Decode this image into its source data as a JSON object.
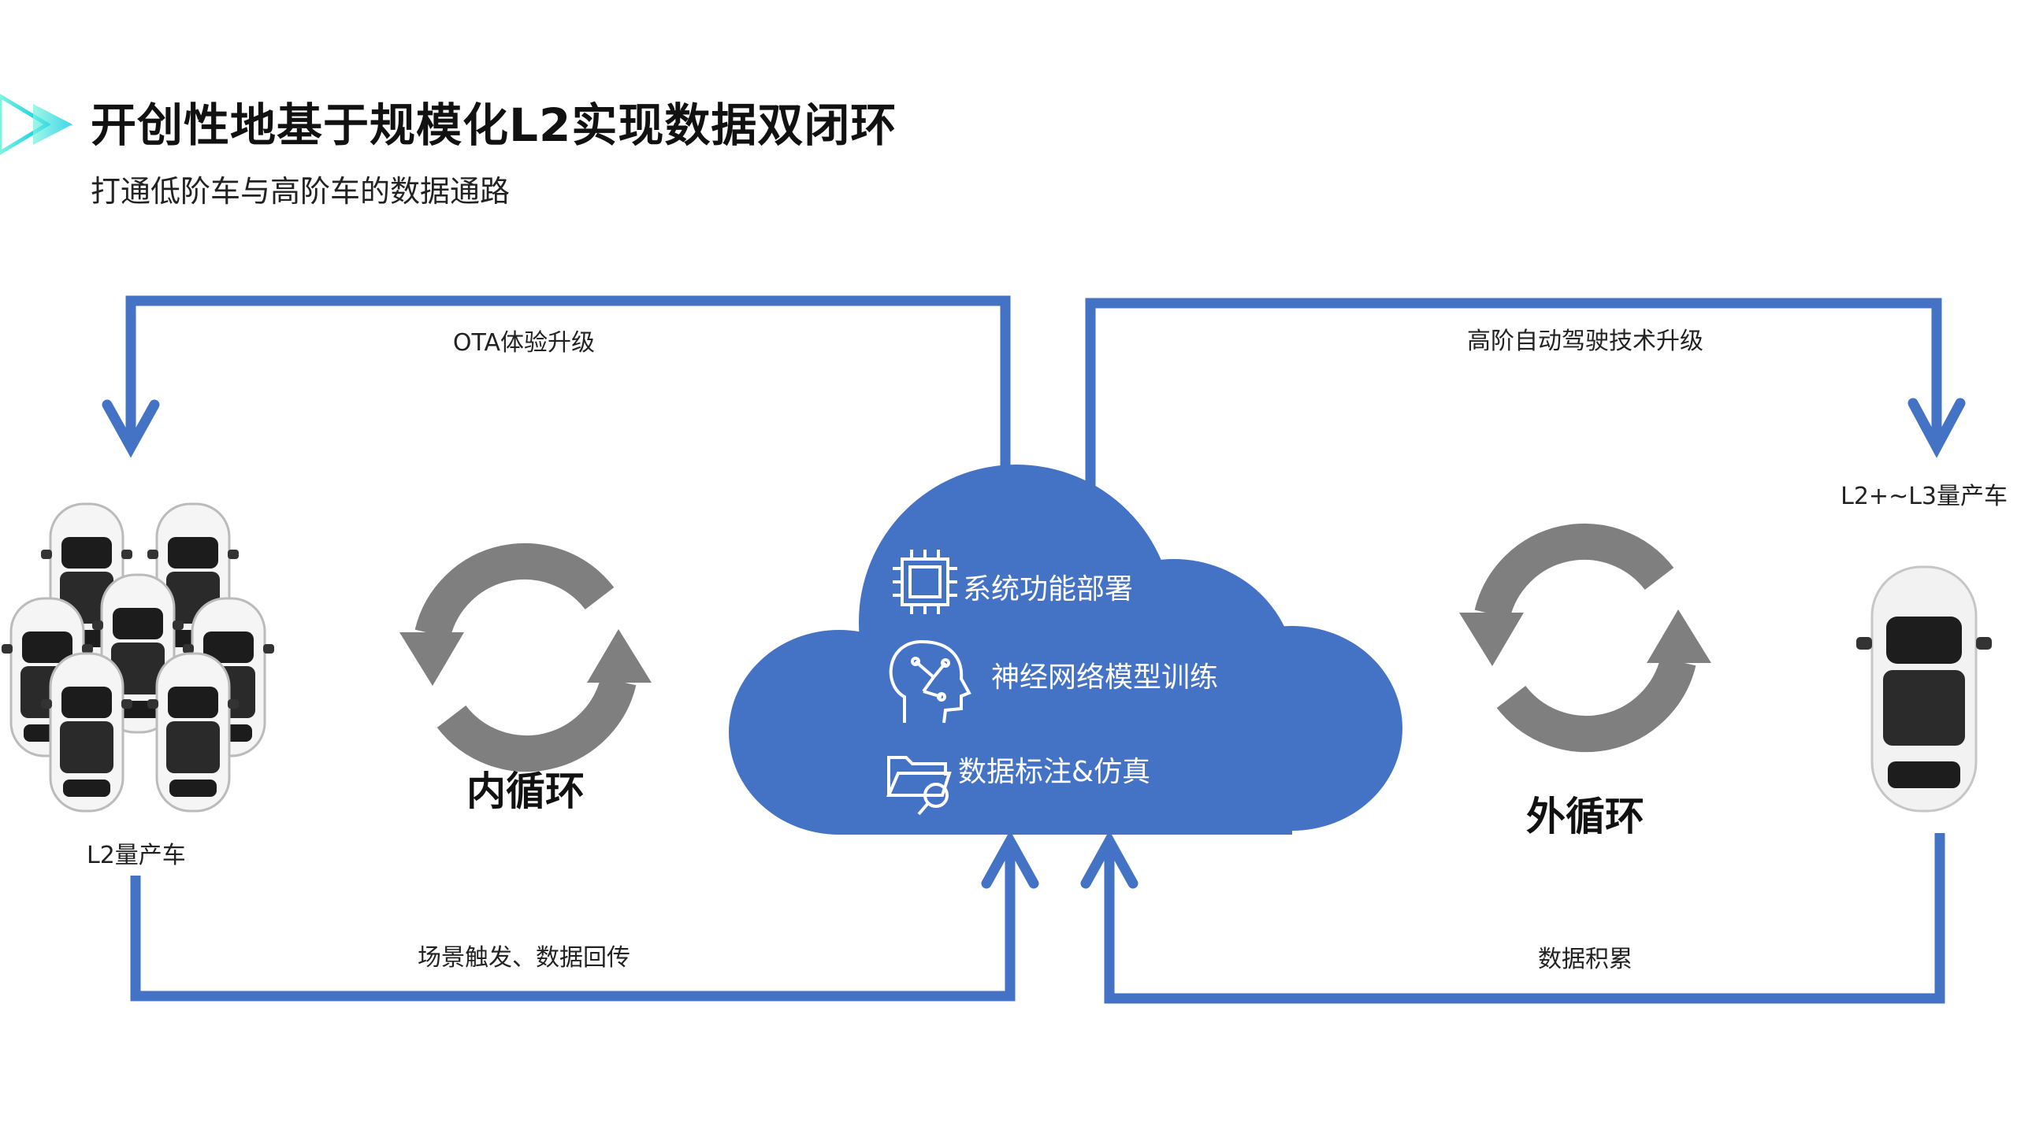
{
  "header": {
    "title": "开创性地基于规模化L2实现数据双闭环",
    "subtitle": "打通低阶车与高阶车的数据通路"
  },
  "inner_loop": {
    "name": "内循环",
    "top_label": "OTA体验升级",
    "bottom_label": "场景触发、数据回传",
    "fleet_label": "L2量产车"
  },
  "outer_loop": {
    "name": "外循环",
    "top_label": "高阶自动驾驶技术升级",
    "bottom_label": "数据积累",
    "vehicle_label": "L2+~L3量产车"
  },
  "cloud": {
    "items": [
      {
        "icon": "chip-icon",
        "label": "系统功能部署"
      },
      {
        "icon": "brain-icon",
        "label": "神经网络模型训练"
      },
      {
        "icon": "folder-search-icon",
        "label": "数据标注&仿真"
      }
    ]
  },
  "colors": {
    "accent": "#4472c4",
    "cycle": "#7f7f7f",
    "title_accent": "#00d3e0"
  }
}
